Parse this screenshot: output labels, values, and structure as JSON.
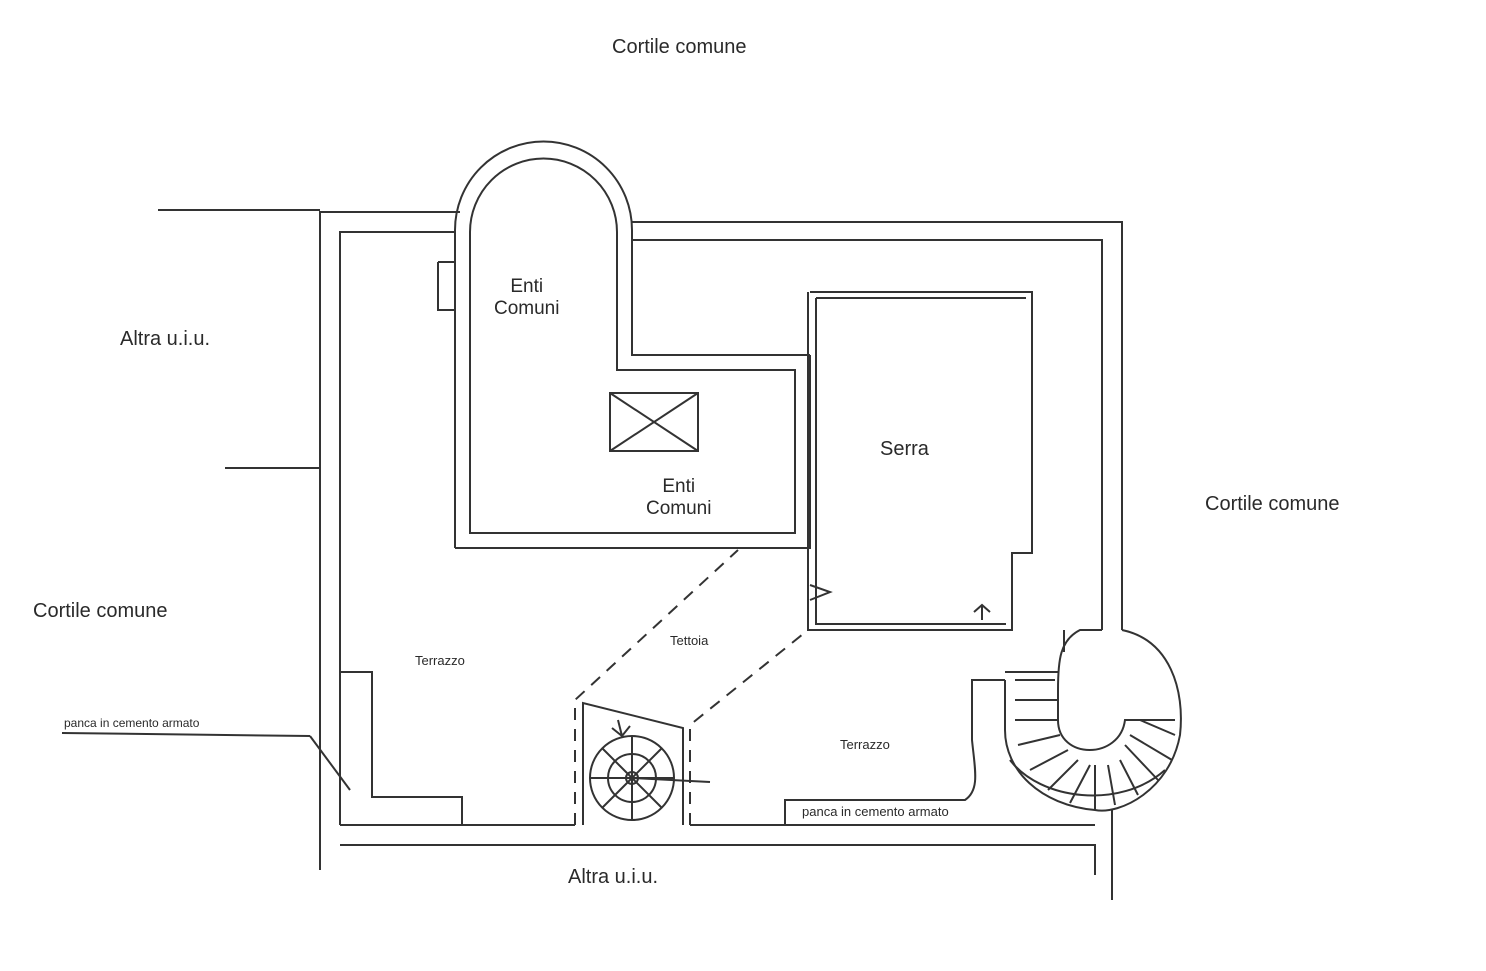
{
  "labels": {
    "top_courtyard": "Cortile comune",
    "left_unit": "Altra u.i.u.",
    "right_courtyard": "Cortile comune",
    "left_courtyard": "Cortile comune",
    "common_areas_1_line1": "Enti",
    "common_areas_1_line2": "Comuni",
    "common_areas_2_line1": "Enti",
    "common_areas_2_line2": "Comuni",
    "greenhouse": "Serra",
    "canopy": "Tettoia",
    "terrace_left": "Terrazzo",
    "terrace_right": "Terrazzo",
    "bench_left": "panca in cemento armato",
    "bench_right": "panca in cemento armato",
    "bottom_unit": "Altra u.i.u."
  }
}
